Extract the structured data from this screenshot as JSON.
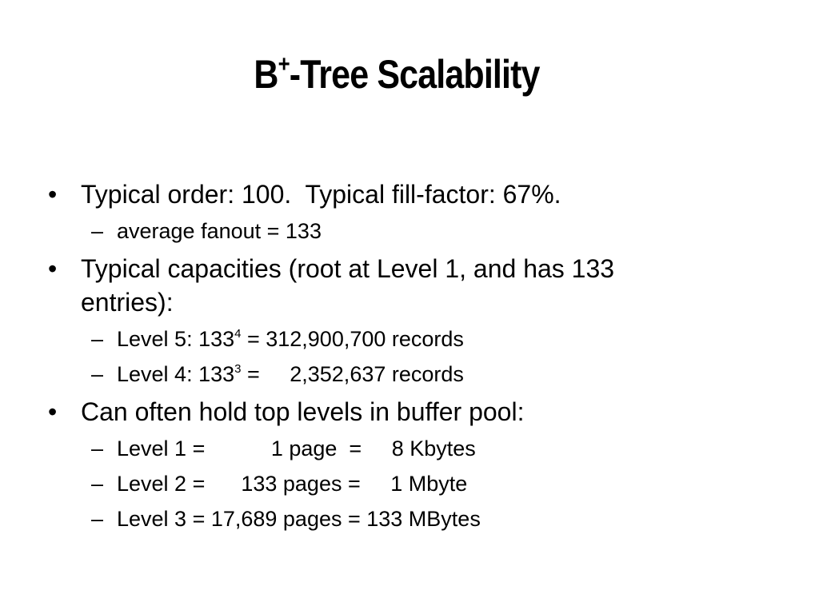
{
  "slide": {
    "title_main": "B",
    "title_sup": "+",
    "title_rest": "-Tree Scalability",
    "bullet_glyph": "•",
    "dash_glyph": "–",
    "bullets": [
      {
        "text": "Typical order: 100.  Typical fill-factor: 67%.",
        "subs": [
          {
            "text": "average fanout = 133"
          }
        ]
      },
      {
        "text_line1": "Typical capacities (root at Level 1, and has 133",
        "text_line2": "entries):",
        "subs": [
          {
            "pre": "Level 5: 133",
            "sup": "4",
            "post": " = 312,900,700 records"
          },
          {
            "pre": "Level 4: 133",
            "sup": "3",
            "post": " =     2,352,637 records"
          }
        ]
      },
      {
        "text": "Can often hold top levels in buffer pool:",
        "subs": [
          {
            "text": "Level 1 =           1 page  =     8 Kbytes"
          },
          {
            "text": "Level 2 =      133 pages =     1 Mbyte"
          },
          {
            "text": "Level 3 = 17,689 pages = 133 MBytes"
          }
        ]
      }
    ]
  }
}
